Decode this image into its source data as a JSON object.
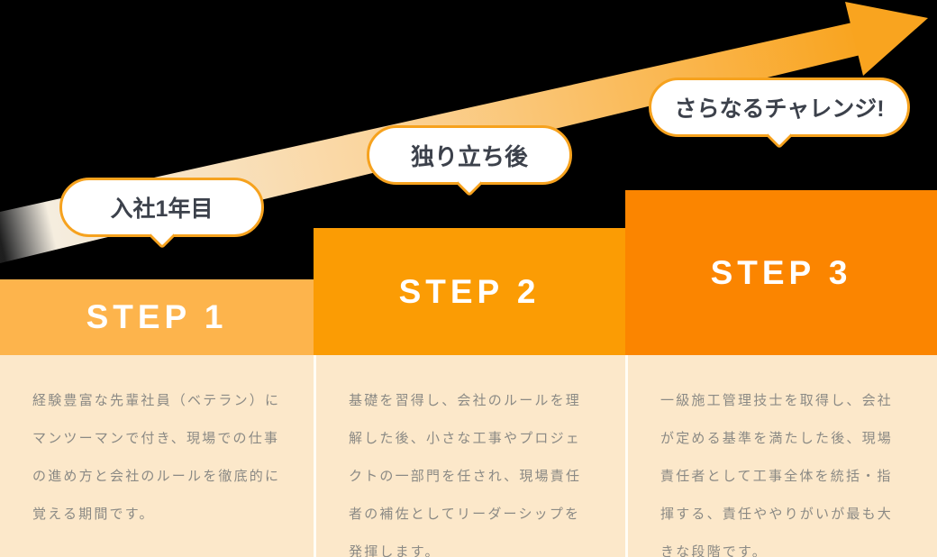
{
  "colors": {
    "background": "#000000",
    "arrow_faint": "#FFFFFF",
    "arrow_light": "#FFF7E8",
    "arrow_mid": "#FBD49B",
    "arrow_orange": "#F9A41F",
    "bubble_border": "#F6A21E",
    "bubble_text": "#3C414B",
    "step1_header_bg": "#FDB44C",
    "step2_header_bg": "#FB9C04",
    "step3_header_bg": "#FB8500",
    "step_label_color": "#FFFFFF",
    "body_bg": "#FCE8CA",
    "body_text": "#8B8A85",
    "divider": "#FFFDF6"
  },
  "bubbles": [
    {
      "label": "入社1年目"
    },
    {
      "label": "独り立ち後"
    },
    {
      "label": "さらなるチャレンジ!"
    }
  ],
  "steps": [
    {
      "label": "STEP 1",
      "description": "経験豊富な先輩社員（ベテラン）にマンツーマンで付き、現場での仕事の進め方と会社のルールを徹底的に覚える期間です。"
    },
    {
      "label": "STEP 2",
      "description": "基礎を習得し、会社のルールを理解した後、小さな工事やプロジェクトの一部門を任され、現場責任者の補佐としてリーダーシップを発揮します。"
    },
    {
      "label": "STEP 3",
      "description": "一級施工管理技士を取得し、会社が定める基準を満たした後、現場責任者として工事全体を統括・指揮する、責任ややりがいが最も大きな段階です。"
    }
  ]
}
